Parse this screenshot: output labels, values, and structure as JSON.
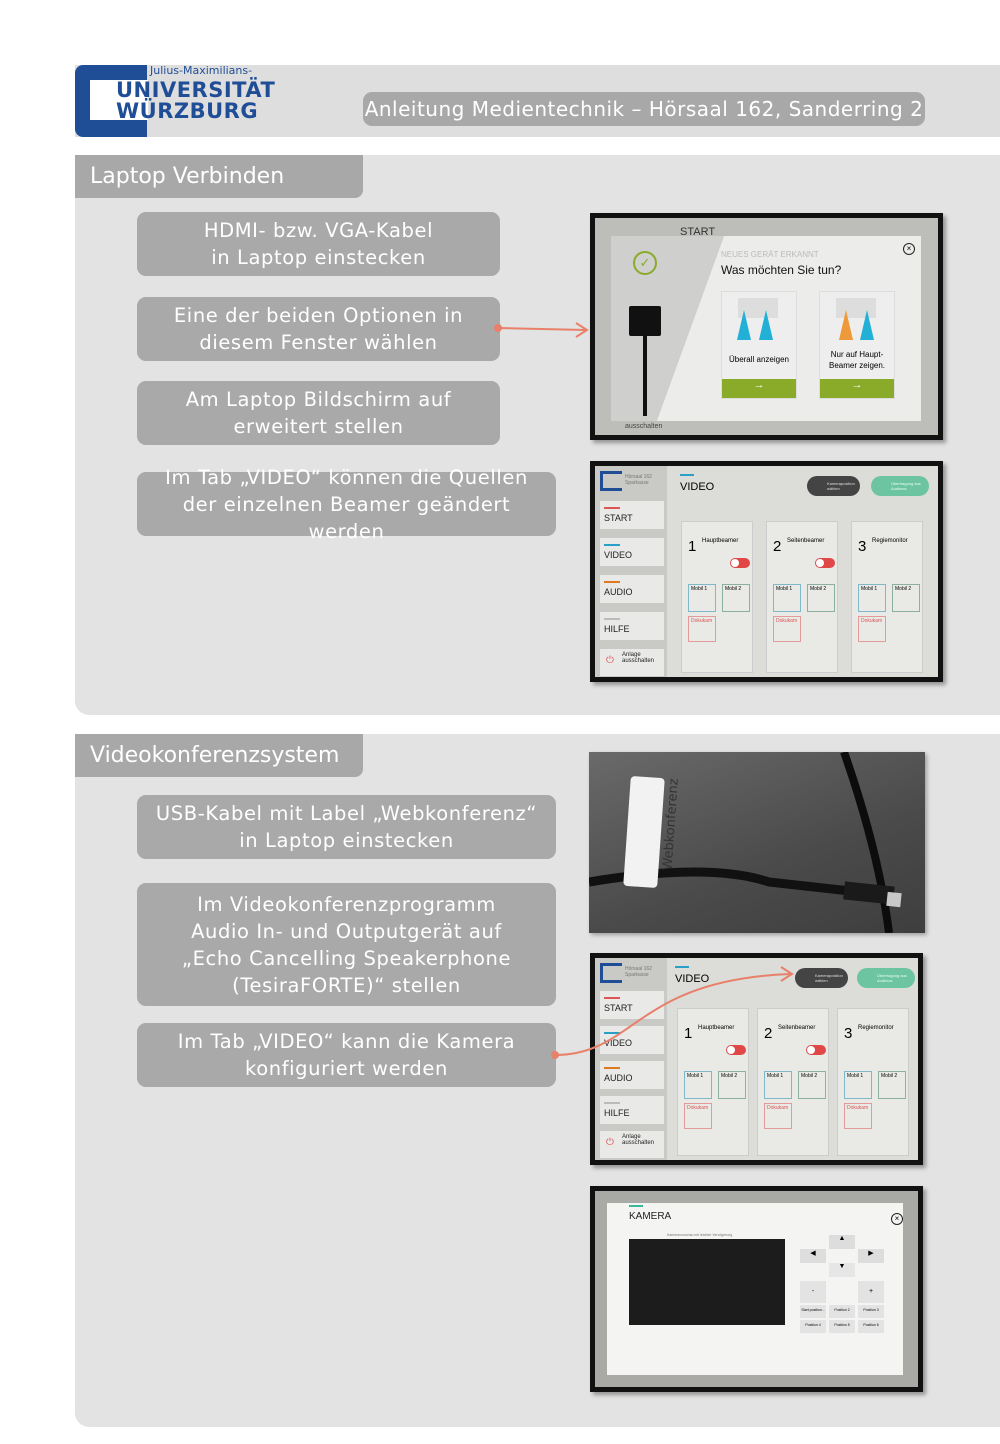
{
  "header": {
    "logo_top": "Julius-Maximilians-",
    "logo_line1": "UNIVERSITÄT",
    "logo_line2": "WÜRZBURG",
    "title": "Anleitung Medientechnik – Hörsaal 162, Sanderring 2"
  },
  "section1": {
    "heading": "Laptop Verbinden",
    "steps": [
      "HDMI- bzw. VGA-Kabel in Laptop einstecken",
      "Eine der beiden Optionen in diesem Fenster wählen",
      "Am Laptop Bildschirm auf erweitert stellen",
      "Im Tab „VIDEO“ können die Quellen der einzelnen Beamer geändert werden"
    ]
  },
  "section2": {
    "heading": "Videokonferenzsystem",
    "steps": [
      "USB-Kabel mit Label „Webkonferenz“ in Laptop einstecken",
      "Im Videokonferenzprogramm Audio In- und Outputgerät auf „Echo Cancelling Speakerphone (TesiraFORTE)“ stellen",
      "Im Tab „VIDEO“ kann die Kamera konfiguriert werden"
    ],
    "photo_label": "Webkonferenz"
  },
  "dialog": {
    "bg_title": "START",
    "kicker": "NEUES GERÄT ERKANNT",
    "question": "Was möchten Sie tun?",
    "option1": "Überall anzeigen",
    "option2": "Nur auf Haupt-Beamer zeigen.",
    "arrow": "→",
    "power": "ausschalten"
  },
  "touch": {
    "room": "Hörsaal 162 Sparkasse",
    "title": "VIDEO",
    "cam_btn": "Kameraposition wählen",
    "stream_btn": "Übertragung aus Audimax",
    "nav": [
      "START",
      "VIDEO",
      "AUDIO",
      "HILFE"
    ],
    "power": "Anlage ausschalten",
    "outputs": [
      {
        "n": "1",
        "name": "Hauptbeamer"
      },
      {
        "n": "2",
        "name": "Seitenbeamer"
      },
      {
        "n": "3",
        "name": "Regiemonitor"
      }
    ],
    "src1": "Mobil 1",
    "src2": "Mobil 2",
    "doku": "Dokukam"
  },
  "camera": {
    "title": "KAMERA",
    "preview": "Kameravorschau mit leichter Verzögerung",
    "minus": "-",
    "plus": "+",
    "positions": [
      "Start position...",
      "Position 2",
      "Position 3",
      "Position 4",
      "Position 5",
      "Position 6"
    ]
  },
  "colors": {
    "brand": "#1f4e96",
    "box": "#a9a9a9",
    "arrow": "#e8806a",
    "green": "#8aaa2a"
  }
}
